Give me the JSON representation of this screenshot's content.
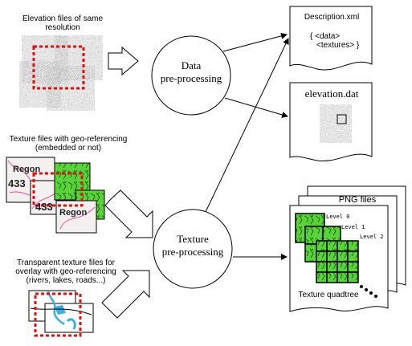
{
  "inputs": {
    "elevation_files": {
      "line1": "Elevation files of same",
      "line2": "resolution"
    },
    "texture_files": {
      "line1": "Texture files with geo-referencing",
      "line2": "(embedded or not)"
    },
    "overlay_files": {
      "line1": "Transparent texture files for",
      "line2": "overlay with geo-referencing",
      "line3": "(rivers, lakes, roads...)"
    }
  },
  "map_labels": {
    "place_name": "Regon",
    "number": "433"
  },
  "processes": {
    "data_preprocessing": {
      "line1": "Data",
      "line2": "pre-processing"
    },
    "texture_preprocessing": {
      "line1": "Texture",
      "line2": "pre-processing"
    }
  },
  "outputs": {
    "description_xml": {
      "title": "Description.xml",
      "line1": "{ <data>",
      "line2": "<textures> }"
    },
    "elevation_dat": {
      "title": "elevation.dat"
    },
    "png_files": {
      "title": "PNG files",
      "caption": "Texture quadtree",
      "levels": [
        "Level 0",
        "Level 1",
        "Level 2"
      ]
    }
  },
  "colors": {
    "highlight_dashed": "#dd1111",
    "texture_green": "#58d43a",
    "water_blue": "#3aaee0"
  }
}
